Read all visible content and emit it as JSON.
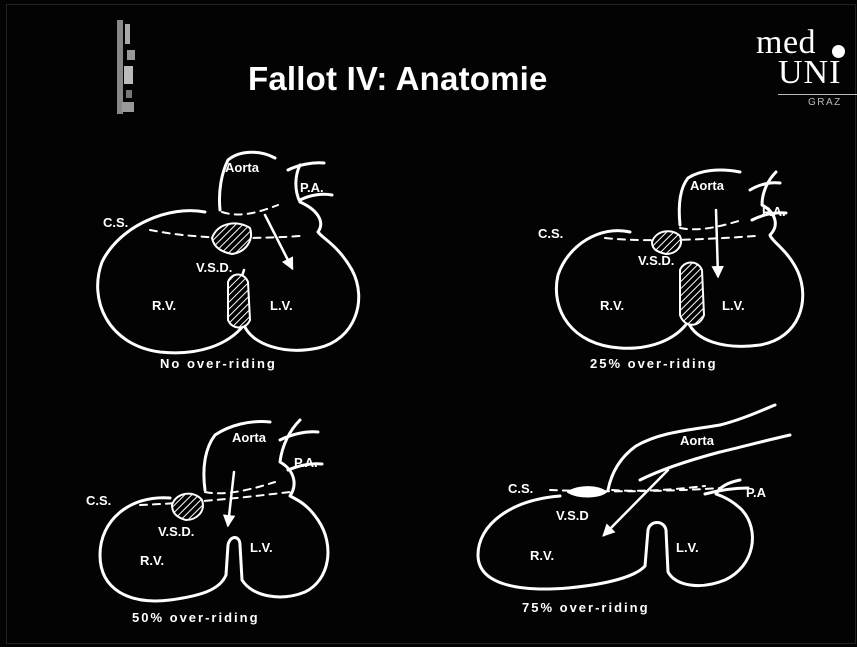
{
  "slide": {
    "title": "Fallot IV: Anatomie",
    "logo": {
      "line1": "med",
      "line2": "UNI",
      "line3": "GRAZ"
    }
  },
  "colors": {
    "background": "#030303",
    "foreground": "#ffffff"
  },
  "panels": [
    {
      "caption": "No over-riding",
      "labels": {
        "aorta": "Aorta",
        "pa": "P.A.",
        "cs": "C.S.",
        "vsd": "V.S.D.",
        "rv": "R.V.",
        "lv": "L.V."
      }
    },
    {
      "caption": "25% over-riding",
      "labels": {
        "aorta": "Aorta",
        "pa": "P.A.",
        "cs": "C.S.",
        "vsd": "V.S.D.",
        "rv": "R.V.",
        "lv": "L.V."
      }
    },
    {
      "caption": "50% over-riding",
      "labels": {
        "aorta": "Aorta",
        "pa": "P.A.",
        "cs": "C.S.",
        "vsd": "V.S.D.",
        "rv": "R.V.",
        "lv": "L.V."
      }
    },
    {
      "caption": "75% over-riding",
      "labels": {
        "aorta": "Aorta",
        "pa": "P.A",
        "cs": "C.S.",
        "vsd": "V.S.D",
        "rv": "R.V.",
        "lv": "L.V."
      }
    }
  ]
}
